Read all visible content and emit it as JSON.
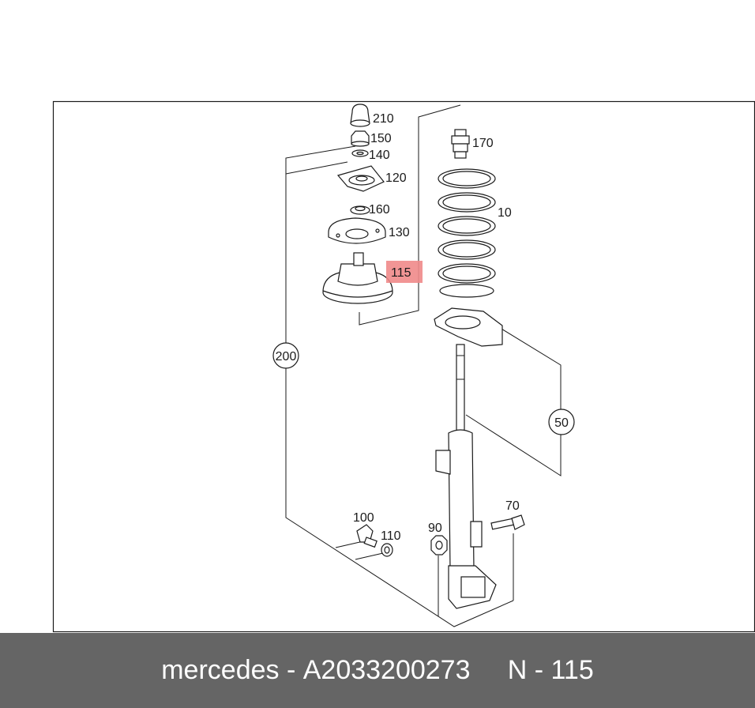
{
  "callouts": {
    "c210": "210",
    "c150": "150",
    "c140": "140",
    "c120": "120",
    "c160": "160",
    "c130": "130",
    "c115": "115",
    "c170": "170",
    "c10": "10",
    "c200": "200",
    "c50": "50",
    "c100": "100",
    "c110": "110",
    "c90": "90",
    "c70": "70"
  },
  "highlight_color": "#f08a8a",
  "footer": {
    "brand": "mercedes",
    "sep1": " - ",
    "part_number": "A2033200273",
    "gap": "     ",
    "n_label": "N",
    "sep2": " - ",
    "n_value": "115"
  }
}
